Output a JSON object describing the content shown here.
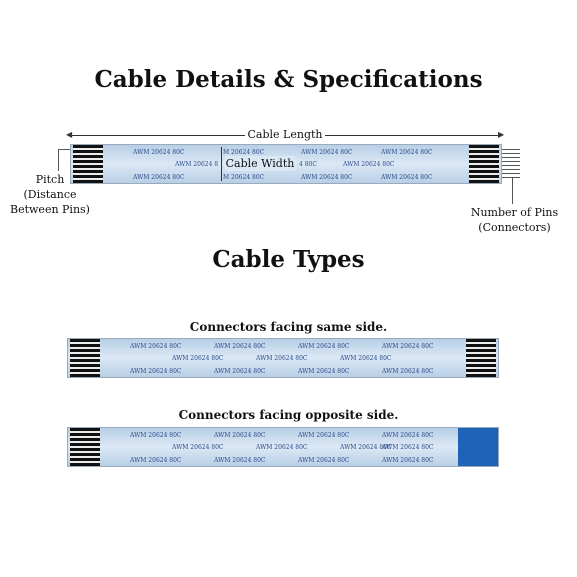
{
  "titles": {
    "main": "Cable Details & Specifications",
    "types": "Cable Types"
  },
  "diagram": {
    "cable_length": "Cable Length",
    "cable_width": "Cable Width",
    "pitch_line1": "Pitch",
    "pitch_line2": "(Distance",
    "pitch_line3": "Between Pins)",
    "pins_line1": "Number of Pins",
    "pins_line2": "(Connectors)",
    "print_text": "AWM 20624 80C",
    "print_partial_left": "AWM 20624 8",
    "print_partial_right": "4 80C",
    "print_partial_top": "M 20624 80C"
  },
  "types": {
    "same_side": "Connectors facing same side.",
    "opposite_side": "Connectors facing opposite side."
  },
  "colors": {
    "cable_blue": "#c6d9ed",
    "stiffener_blue": "#1e63b8",
    "contacts": "#111111"
  }
}
